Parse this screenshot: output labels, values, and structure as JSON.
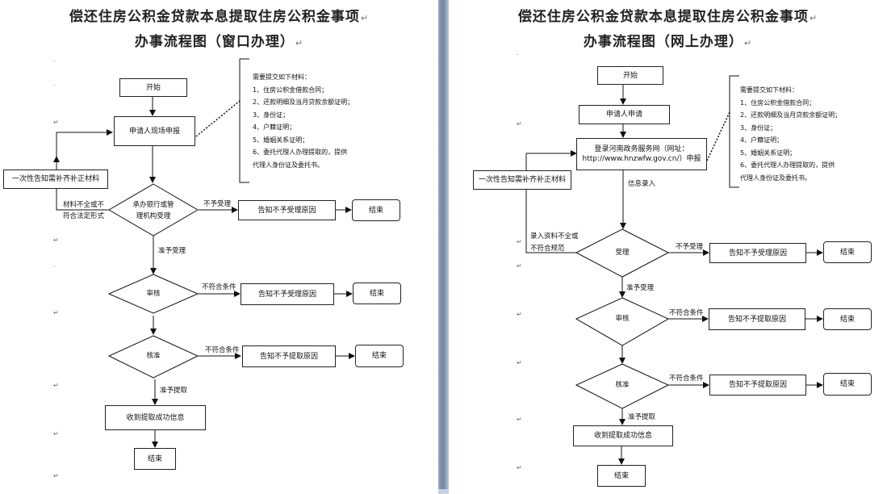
{
  "left": {
    "title_line1": "偿还住房公积金贷款本息提取住房公积金事项",
    "title_line2": "办事流程图（窗口办理）",
    "start": "开始",
    "apply": "申请人现场申报",
    "supplement": "一次性告知需补齐补正材料",
    "incomplete": [
      "材料不全或不",
      "符合法定形式"
    ],
    "accept_decision": [
      "承办银行或管",
      "理机构受理"
    ],
    "reject_accept": "不予受理",
    "notify_reject_accept": "告知不予受理原因",
    "end": "结束",
    "grant_accept": "准予受理",
    "review": "审核",
    "not_meet_1": "不符合条件",
    "notify_reject_accept_2": "告知不予受理原因",
    "approve": "核准",
    "not_meet_2": "不符合条件",
    "notify_reject_withdraw": "告知不予提取原因",
    "grant_withdraw": "准予提取",
    "receive_success": "收到提取成功信息",
    "materials": [
      "需要提交如下材料：",
      "1、住房公积金借款合同；",
      "2、还款明细及当月贷款余额证明；",
      "3、身份证；",
      "4、户籍证明；",
      "5、婚姻关系证明；",
      "6、委托代理人办理提取的，提供",
      "代理人身份证及委托书。"
    ]
  },
  "right": {
    "title_line1": "偿还住房公积金贷款本息提取住房公积金事项",
    "title_line2": "办事流程图（网上办理）",
    "start": "开始",
    "apply": "申请人申请",
    "login": [
      "登录河南政务服务网（网址：",
      "http://www.hnzwfw.gov.cn/）申报"
    ],
    "supplement": "一次性告知需补齐补正材料",
    "info_entry": "信息录入",
    "incomplete": [
      "录入资料不全或",
      "不符合规范"
    ],
    "accept": "受理",
    "reject_accept": "不予受理",
    "notify_reject_accept": "告知不予受理原因",
    "end": "结束",
    "grant_accept": "准予受理",
    "review": "审核",
    "not_meet_1": "不符合条件",
    "notify_reject_1": "告知不予提取原因",
    "approve": "核准",
    "not_meet_2": "不符合条件",
    "notify_reject_2": "告知不予提取原因",
    "grant_withdraw": "准予提取",
    "receive_success": "收到提取成功信息",
    "materials": [
      "需要提交如下材料：",
      "1、住房公积金借款合同；",
      "2、还款明细及当月贷款余额证明；",
      "3、身份证；",
      "4、户籍证明；",
      "5、婚姻关系证明；",
      "6、委托代理人办理提取的，提供",
      "代理人身份证及委托书。"
    ]
  }
}
